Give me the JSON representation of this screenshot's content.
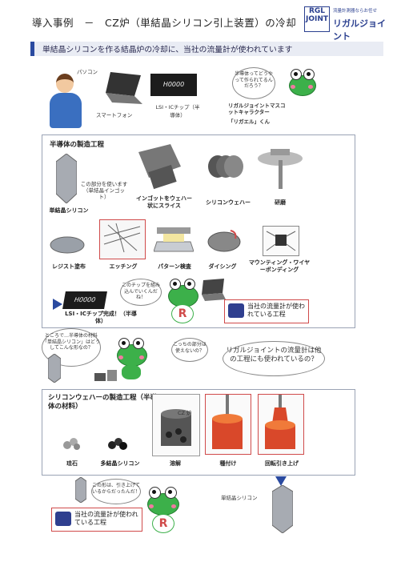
{
  "header": {
    "title": "導入事例　－　CZ炉（単結晶シリコン引上装置）の冷却",
    "logo_small": "流量計測器ならお任せ",
    "logo_name": "リガルジョイント",
    "logo_mark": "RGL JOINT"
  },
  "banner": "単結晶シリコンを作る結晶炉の冷却に、当社の流量計が使われています",
  "intro": {
    "pc": "パソコン",
    "phone": "スマートフォン",
    "chip_text": "H0000",
    "chip_caption": "LSI・ICチップ（半導体）",
    "question": "半導体ってどうやって作られてるんだろう？",
    "mascot_caption": "リガルジョイントマスコットキャラクター",
    "mascot_name": "「リガエル」くん"
  },
  "semi": {
    "title": "半導体の製造工程",
    "note": "この部分を使います（単結晶インゴット）",
    "steps": [
      "単結晶シリコン",
      "インゴットをウェハー状にスライス",
      "シリコンウェハー",
      "研磨",
      "レジスト塗布",
      "エッチング",
      "パターン検査",
      "ダイシング",
      "マウンティング・ワイヤーボンディング"
    ],
    "complete": "LSI・ICチップ完成！（半導体）",
    "frog_say": "このチップを組み込んでいくんだね！",
    "callout": "当社の流量計が使われている工程"
  },
  "middle": {
    "ask": "ところで…半導体の材料「単結晶シリコン」はどうしてこんな形なの？",
    "ask2": "こっちの部分は使えないの？",
    "big": "リガルジョイントの流量計は他の工程にも使われているの？"
  },
  "wafer": {
    "title": "シリコンウェハーの製造工程（半導体の材料）",
    "cz": "CZ 炉",
    "steps": [
      "珪石",
      "多結晶シリコン",
      "溶解",
      "種付け",
      "回転引き上げ"
    ],
    "product": "単結晶シリコン",
    "frog_say": "この形は、引き上げているからだったんだ！",
    "callout": "当社の流量計が使われている工程"
  },
  "colors": {
    "accent": "#2a4aa0",
    "callout_border": "#d04a4a",
    "frog": "#3cb04a"
  }
}
